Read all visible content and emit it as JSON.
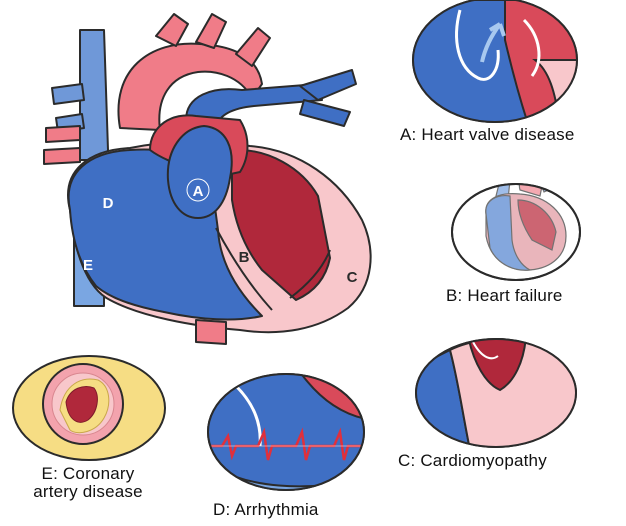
{
  "markers": {
    "a": "A",
    "b": "B",
    "c": "C",
    "d": "D",
    "e": "E"
  },
  "captions": {
    "a": "A: Heart valve disease",
    "b": "B: Heart failure",
    "c": "C: Cardiomyopathy",
    "d": "D: Arrhythmia",
    "e_line1": "E: Coronary",
    "e_line2": "artery disease"
  },
  "colors": {
    "oxygenated_red": "#d94a5a",
    "deep_red": "#b0283b",
    "aorta_pink": "#f07c88",
    "deoxygenated_blue": "#3f6fc4",
    "light_blue": "#7aa6e2",
    "pale_pink": "#f8c7cb",
    "coronary_yellow": "#f6dd84",
    "outline": "#2b2b2b",
    "ecg_red": "#e0303c"
  }
}
